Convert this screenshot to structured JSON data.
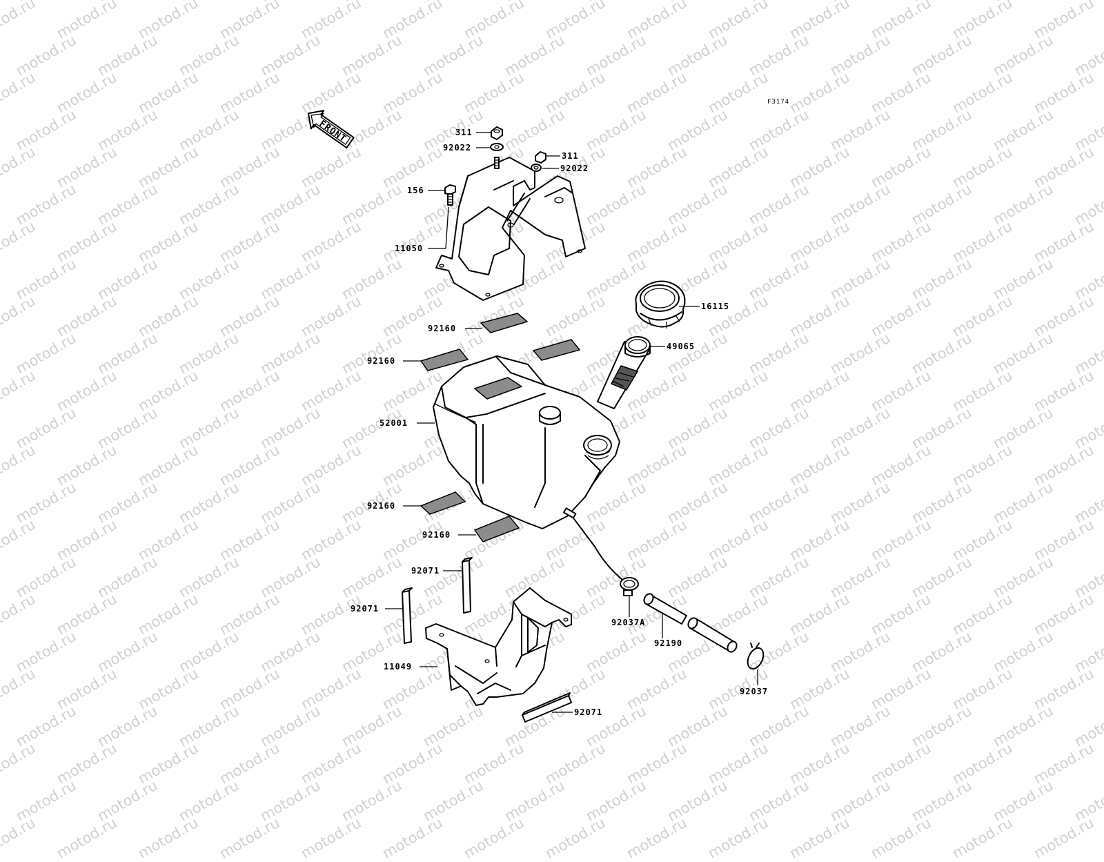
{
  "diagram": {
    "code": "F3174",
    "front_label": "FRONT",
    "watermark": "motod.ru",
    "labels": {
      "nut_311_a": "311",
      "washer_92022_a": "92022",
      "nut_311_b": "311",
      "washer_92022_b": "92022",
      "bolt_156": "156",
      "bracket_11050": "11050",
      "cap_16115": "16115",
      "pad_92160_a": "92160",
      "filler_49065": "49065",
      "pad_92160_b": "92160",
      "tank_52001": "52001",
      "pad_92160_c": "92160",
      "pad_92160_d": "92160",
      "strip_92071_a": "92071",
      "strip_92071_b": "92071",
      "clamp_92037A": "92037A",
      "hose_92190": "92190",
      "clamp_92037": "92037",
      "bracket_11049": "11049",
      "strip_92071_c": "92071"
    }
  }
}
